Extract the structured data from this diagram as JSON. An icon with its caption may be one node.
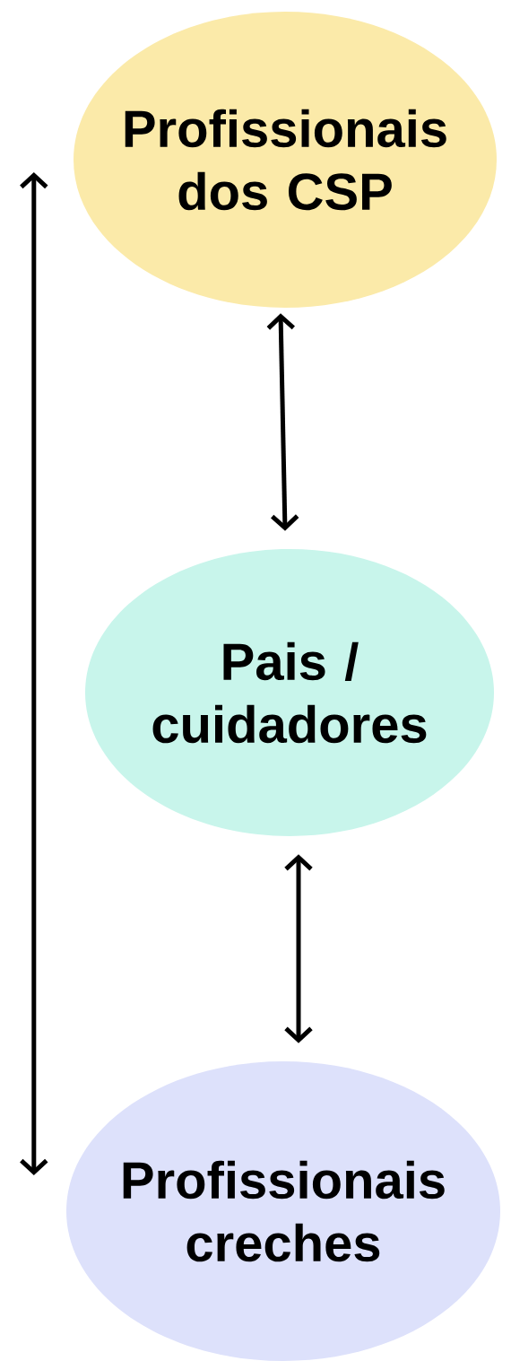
{
  "diagram": {
    "nodes": [
      {
        "text": [
          "Profissionais dos CSP"
        ]
      },
      {
        "text": [
          "Pais / cuidadores"
        ]
      },
      {
        "text": [
          "Profissionais creches"
        ]
      }
    ],
    "edges": [
      {
        "from": 0,
        "to": 1,
        "arrow": "both"
      },
      {
        "from": 1,
        "to": 2,
        "arrow": "both"
      },
      {
        "from": 0,
        "to": 2,
        "arrow": "both"
      }
    ]
  }
}
